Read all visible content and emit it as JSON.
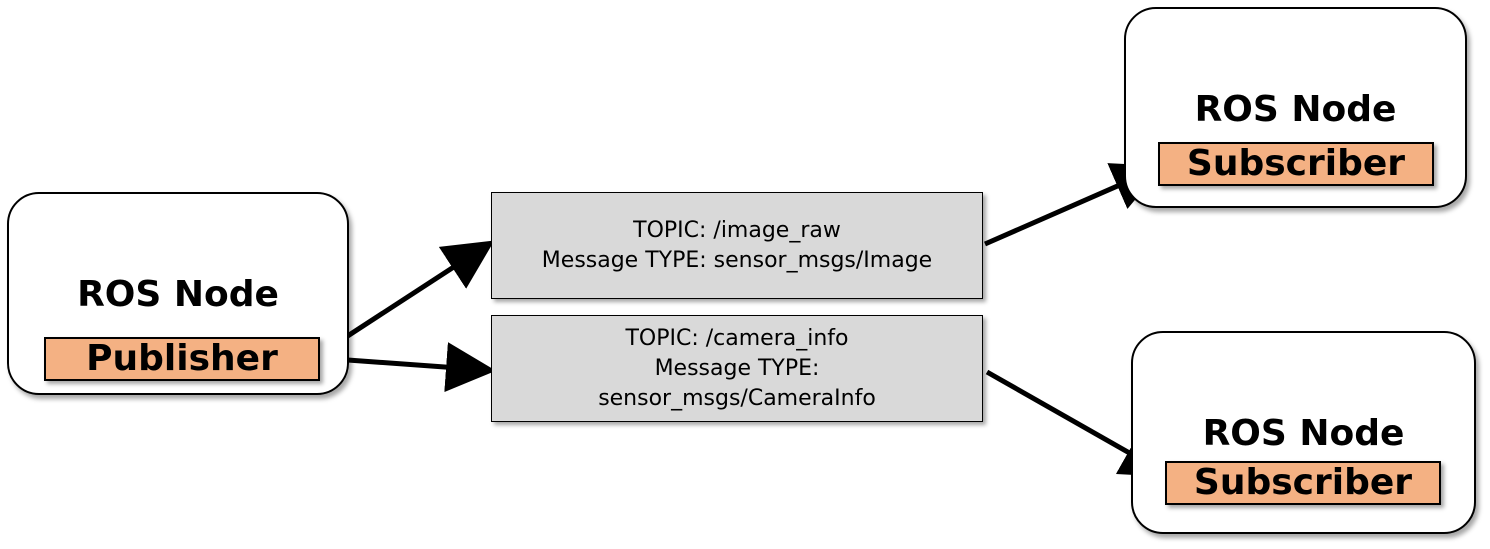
{
  "publisher_node": {
    "title": "ROS Node",
    "role": "Publisher"
  },
  "topic_image": {
    "line1": "TOPIC: /image_raw",
    "line2": "Message TYPE: sensor_msgs/Image"
  },
  "topic_camera": {
    "line1": "TOPIC: /camera_info",
    "line2": "Message TYPE:",
    "line3": "sensor_msgs/CameraInfo"
  },
  "subscriber_top": {
    "title": "ROS Node",
    "role": "Subscriber"
  },
  "subscriber_bottom": {
    "title": "ROS Node",
    "role": "Subscriber"
  },
  "colors": {
    "role_fill": "#f4b183",
    "topic_fill": "#d9d9d9"
  }
}
